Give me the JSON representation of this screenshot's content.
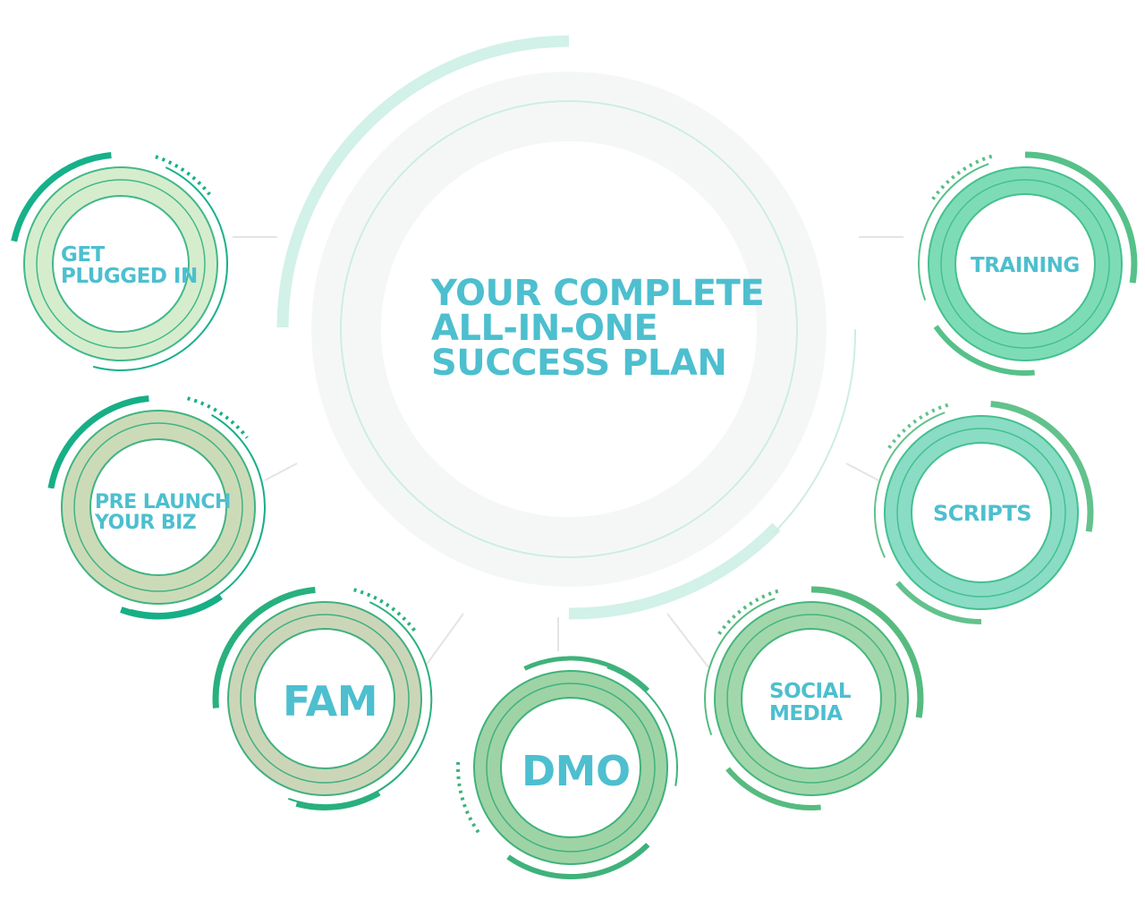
{
  "center": {
    "lines": [
      "YOUR COMPLETE",
      "ALL-IN-ONE",
      "SUCCESS PLAN"
    ]
  },
  "colors": {
    "text": "#4dbfcf",
    "connector": "#e4e4e4",
    "center_fill": "#f5f7f7",
    "center_ring": "#cdeee0",
    "center_arc": "#d2f1e8"
  },
  "nodes": [
    {
      "id": "get-plugged-in",
      "lines": [
        "GET",
        "PLUGGED IN"
      ],
      "fill": "#d5edcd",
      "ring": "#42b88a",
      "accent": "#16b18a",
      "size": "small"
    },
    {
      "id": "pre-launch-your-biz",
      "lines": [
        "PRE LAUNCH",
        "YOUR BIZ"
      ],
      "fill": "#cbdbb8",
      "ring": "#41b381",
      "accent": "#17af86",
      "size": "small"
    },
    {
      "id": "fam",
      "lines": [
        "FAM"
      ],
      "fill": "#cbd6b9",
      "ring": "#41b07f",
      "accent": "#28b07e",
      "size": "large"
    },
    {
      "id": "dmo",
      "lines": [
        "DMO"
      ],
      "fill": "#9ed3a5",
      "ring": "#3fb27b",
      "accent": "#3fb27b",
      "size": "large"
    },
    {
      "id": "social-media",
      "lines": [
        "SOCIAL",
        "MEDIA"
      ],
      "fill": "#a2d7ab",
      "ring": "#46b57d",
      "accent": "#56bb7f",
      "size": "small"
    },
    {
      "id": "scripts",
      "lines": [
        "SCRIPTS"
      ],
      "fill": "#8adcc5",
      "ring": "#44c08f",
      "accent": "#63c28c",
      "size": "small"
    },
    {
      "id": "training",
      "lines": [
        "TRAINING"
      ],
      "fill": "#7ddcb6",
      "ring": "#45c090",
      "accent": "#55c189",
      "size": "small"
    }
  ]
}
